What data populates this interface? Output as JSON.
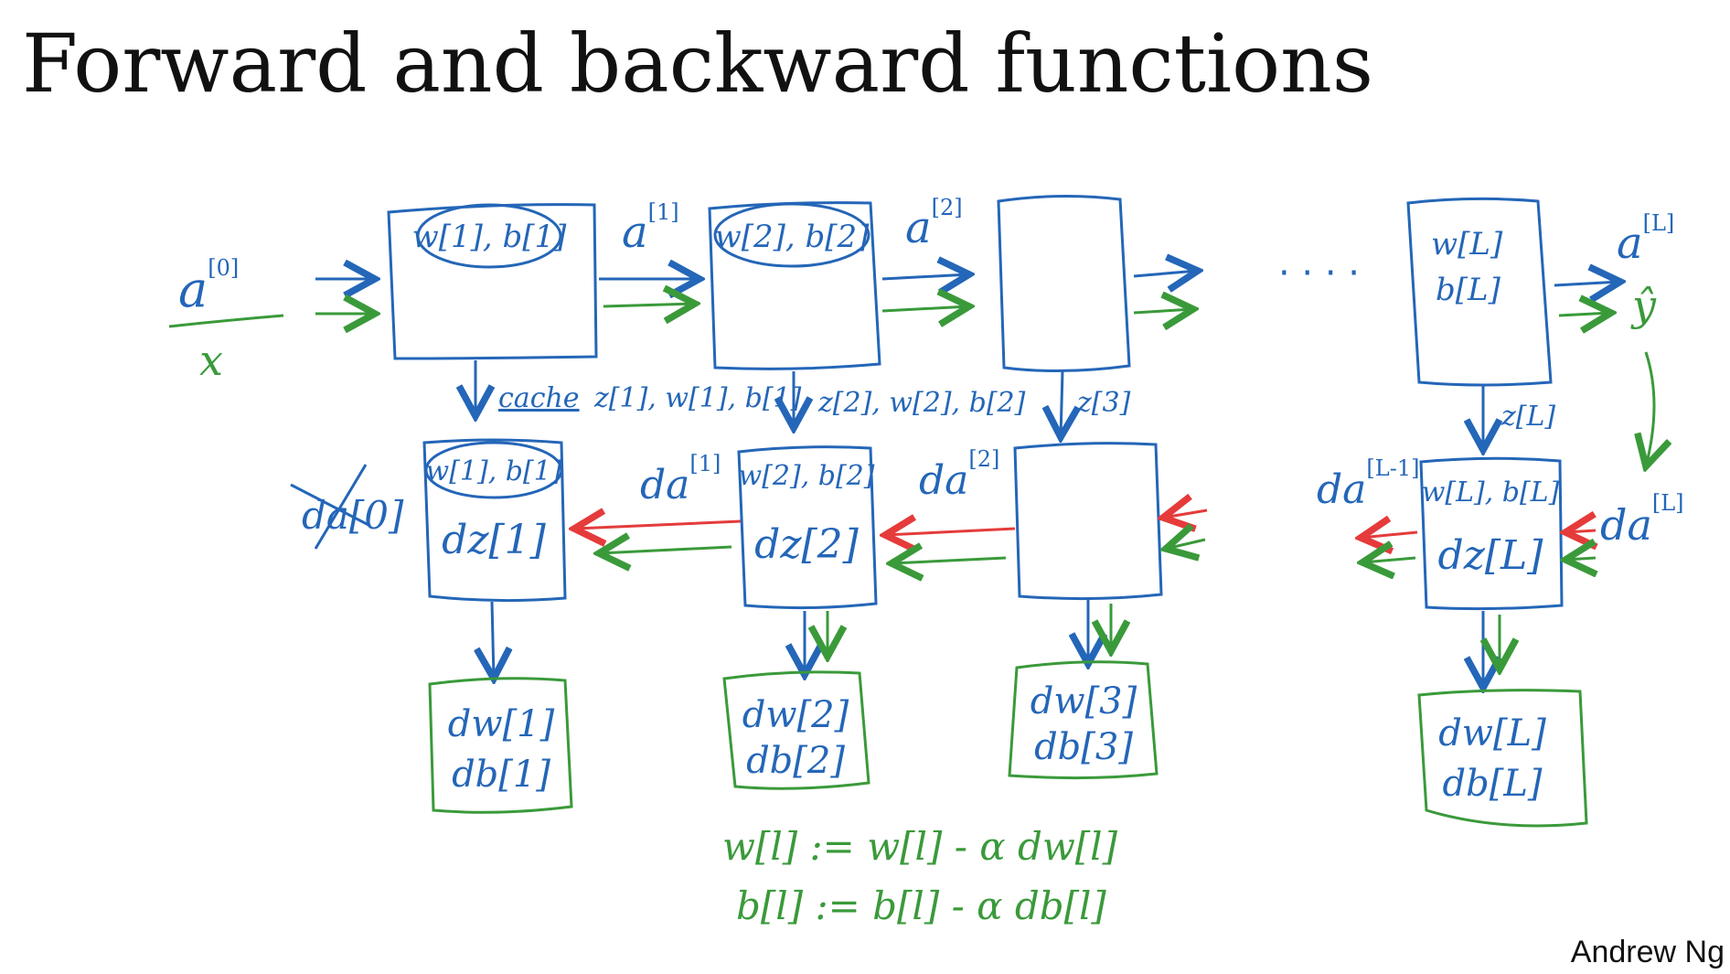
{
  "title": "Forward and backward functions",
  "author": "Andrew Ng",
  "colors": {
    "forward": "#2466b8",
    "cache": "#2466b8",
    "backward_red": "#e53b3b",
    "backward_green": "#3a9a3a",
    "grads": "#3a9a3a"
  },
  "input": {
    "a0": "a",
    "a0_sup": "[0]",
    "x": "x"
  },
  "forward": {
    "layer1_params": "w[1], b[1]",
    "layer2_params": "w[2], b[2]",
    "layerL_w": "w[L]",
    "layerL_b": "b[L]",
    "a1": "a",
    "a1_sup": "[1]",
    "a2": "a",
    "a2_sup": "[2]",
    "aL": "a",
    "aL_sup": "[L]",
    "yhat": "ŷ",
    "dots": "· · · ·"
  },
  "cache": {
    "label1": "cache",
    "item1": "z[1], w[1], b[1]",
    "item2": "z[2], w[2], b[2]",
    "item3": "z[3]",
    "itemL": "z[L]"
  },
  "backward": {
    "da0": "da[0]",
    "block1_params": "w[1], b[1]",
    "block1_dz": "dz[1]",
    "da1": "da",
    "da1_sup": "[1]",
    "block2_params": "w[2], b[2]",
    "block2_dz": "dz[2]",
    "da2": "da",
    "da2_sup": "[2]",
    "daLm1": "da",
    "daLm1_sup": "[L-1]",
    "blockL_params": "w[L], b[L]",
    "blockL_dz": "dz[L]",
    "daL": "da",
    "daL_sup": "[L]"
  },
  "grads": {
    "dw1": "dw[1]",
    "db1": "db[1]",
    "dw2": "dw[2]",
    "db2": "db[2]",
    "dw3": "dw[3]",
    "db3": "db[3]",
    "dwL": "dw[L]",
    "dbL": "db[L]"
  },
  "update": {
    "w_rule": "w[l] := w[l] - α dw[l]",
    "b_rule": "b[l] := b[l] - α db[l]"
  }
}
